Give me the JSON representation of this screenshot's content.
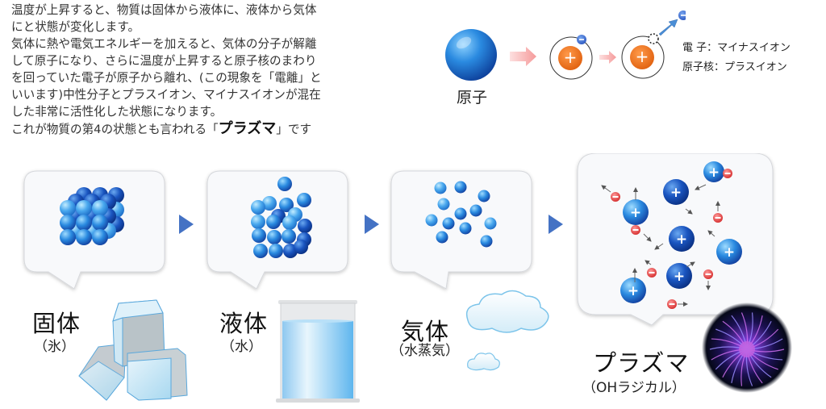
{
  "intro": {
    "lines": [
      "温度が上昇すると、物質は固体から液体に、液体から気体",
      "にと状態が変化します。",
      "気体に熱や電気エネルギーを加えると、気体の分子が解離",
      "して原子になり、さらに温度が上昇すると原子核のまわり",
      "を回っていた電子が原子から離れ、(この現象を「電離」と",
      "いいます)中性分子とプラスイオン、マイナスイオンが混在",
      "した非常に活性化した状態になります。"
    ],
    "last_line_prefix": "これが物質の第4の状態とも言われる「",
    "last_line_emphasis": "プラズマ",
    "last_line_suffix": "」です"
  },
  "atom_diagram": {
    "atom_label": "原子",
    "plus_symbol": "+",
    "minus_symbol": "−",
    "legend": [
      "電 子：マイナスイオン",
      "原子核：プラスイオン"
    ]
  },
  "states": [
    {
      "name": "固体",
      "example": "（氷）"
    },
    {
      "name": "液体",
      "example": "（水）"
    },
    {
      "name": "気体",
      "example": "（水蒸気）"
    },
    {
      "name": "プラズマ",
      "example": "（OHラジカル）"
    }
  ],
  "colors": {
    "arrow": "#4472c4",
    "bubble_bg": "#f8f9fb",
    "bubble_border": "#d0d3d8",
    "sphere_light": "#5ec0f0",
    "sphere_dark": "#1456b8",
    "nucleus": "#f07020",
    "negative_ion": "#e03a3a"
  }
}
